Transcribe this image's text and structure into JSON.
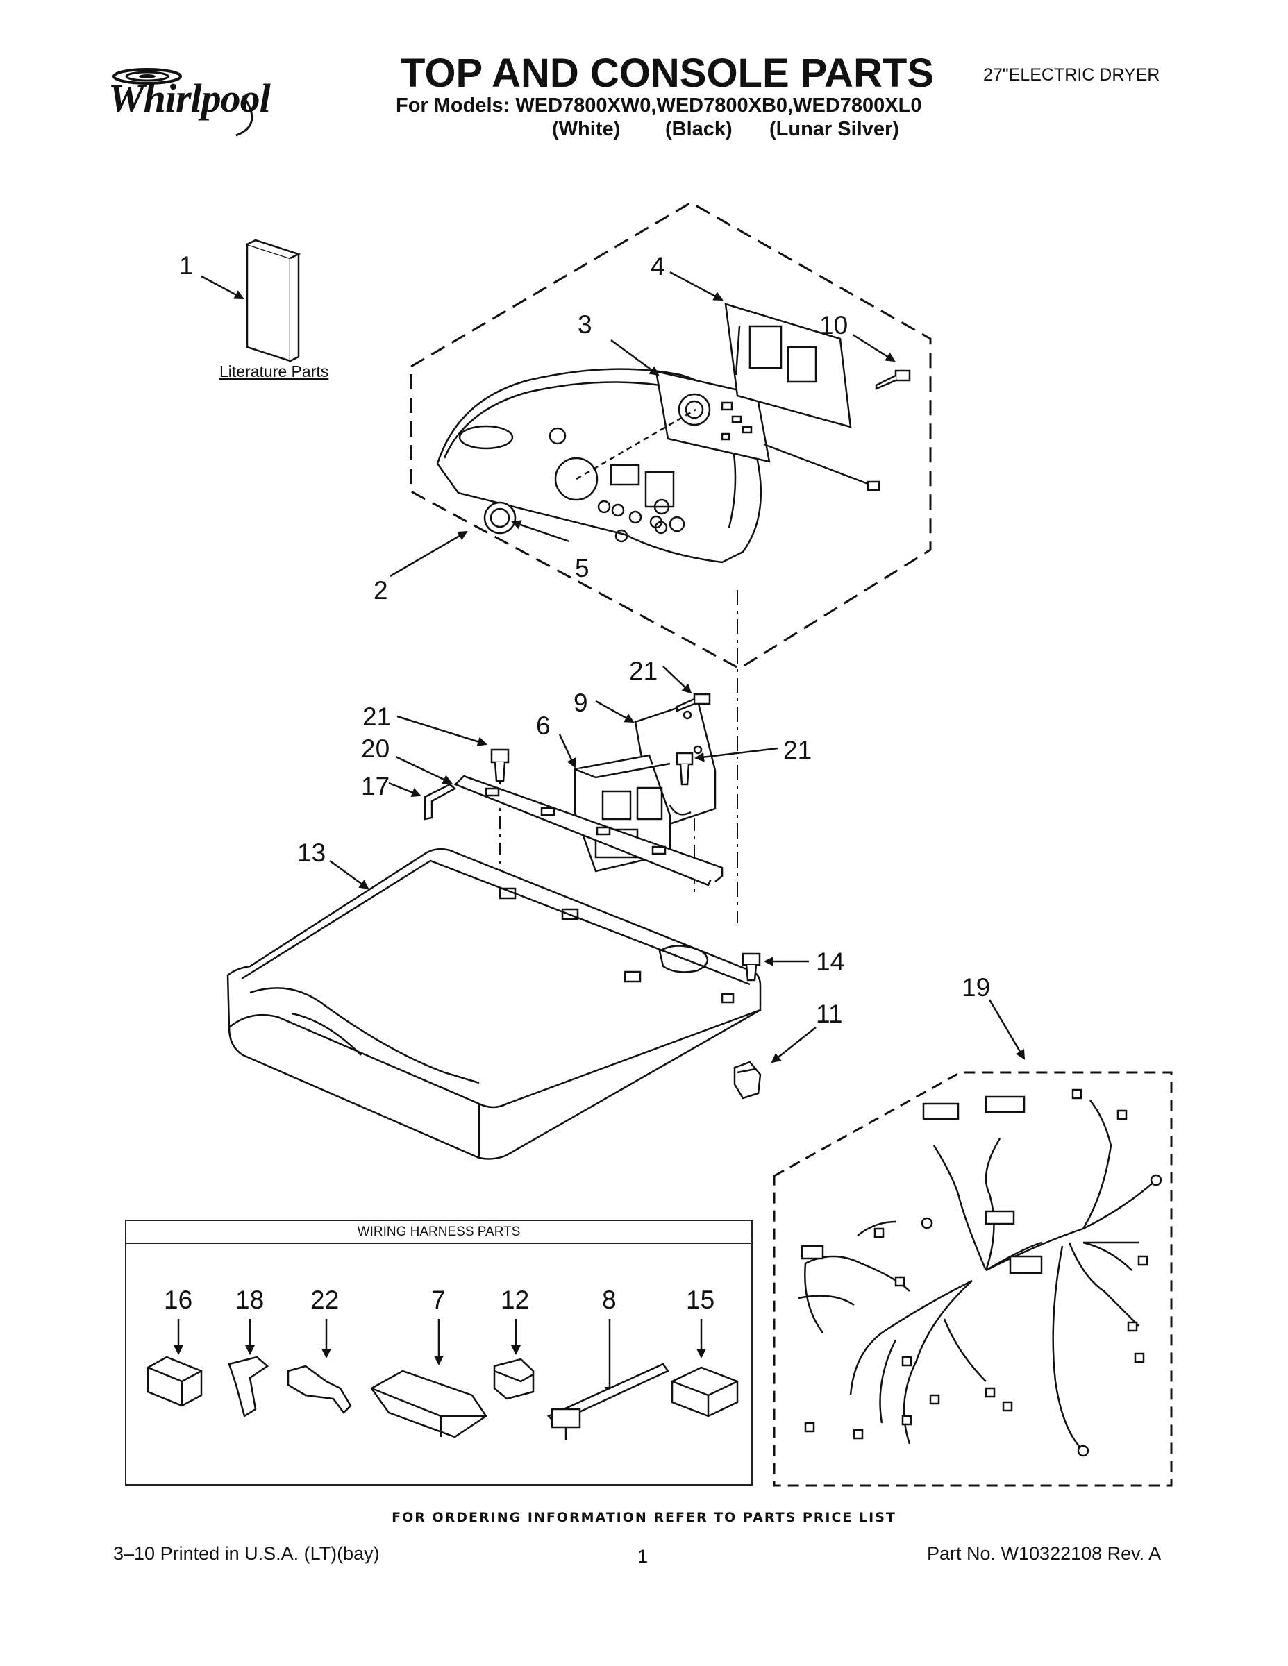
{
  "brand": "Whirlpool",
  "title": "TOP AND CONSOLE PARTS",
  "subtitle": "For Models: WED7800XW0,WED7800XB0,WED7800XL0",
  "model_colors": [
    "(White)",
    "(Black)",
    "(Lunar Silver)"
  ],
  "product_type": "27\"ELECTRIC DRYER",
  "literature_label": "Literature Parts",
  "callouts": {
    "c1": "1",
    "c2": "2",
    "c3": "3",
    "c4": "4",
    "c5": "5",
    "c6": "6",
    "c9": "9",
    "c10": "10",
    "c11": "11",
    "c13": "13",
    "c14": "14",
    "c17": "17",
    "c19": "19",
    "c20": "20",
    "c21a": "21",
    "c21b": "21",
    "c21c": "21"
  },
  "wiring_harness": {
    "header": "WIRING HARNESS PARTS",
    "items": [
      "16",
      "18",
      "22",
      "7",
      "12",
      "8",
      "15"
    ]
  },
  "footer": {
    "ordering_note": "FOR ORDERING INFORMATION REFER TO PARTS PRICE LIST",
    "printed": "3–10 Printed in U.S.A. (LT)(bay)",
    "page": "1",
    "part_no": "Part No. W10322108 Rev. A"
  }
}
